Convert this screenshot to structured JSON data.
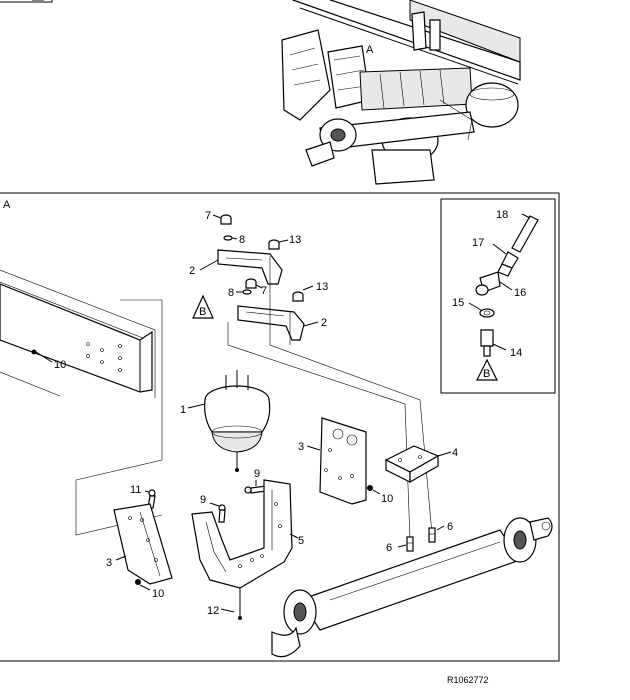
{
  "view_marker_top": "A",
  "detail_view_label": "A",
  "ref_number": "R1062772",
  "inset_reference": "B",
  "callouts": {
    "c1": "1",
    "c2a": "2",
    "c2b": "2",
    "c3a": "3",
    "c3b": "3",
    "c4": "4",
    "c5": "5",
    "c6a": "6",
    "c6b": "6",
    "c7a": "7",
    "c7b": "7",
    "c8a": "8",
    "c8b": "8",
    "c9a": "9",
    "c9b": "9",
    "c10a": "10",
    "c10b": "10",
    "c10c": "10",
    "c11": "11",
    "c12": "12",
    "c13a": "13",
    "c13b": "13",
    "c14": "14",
    "c15": "15",
    "c16": "16",
    "c17": "17",
    "c18": "18"
  }
}
